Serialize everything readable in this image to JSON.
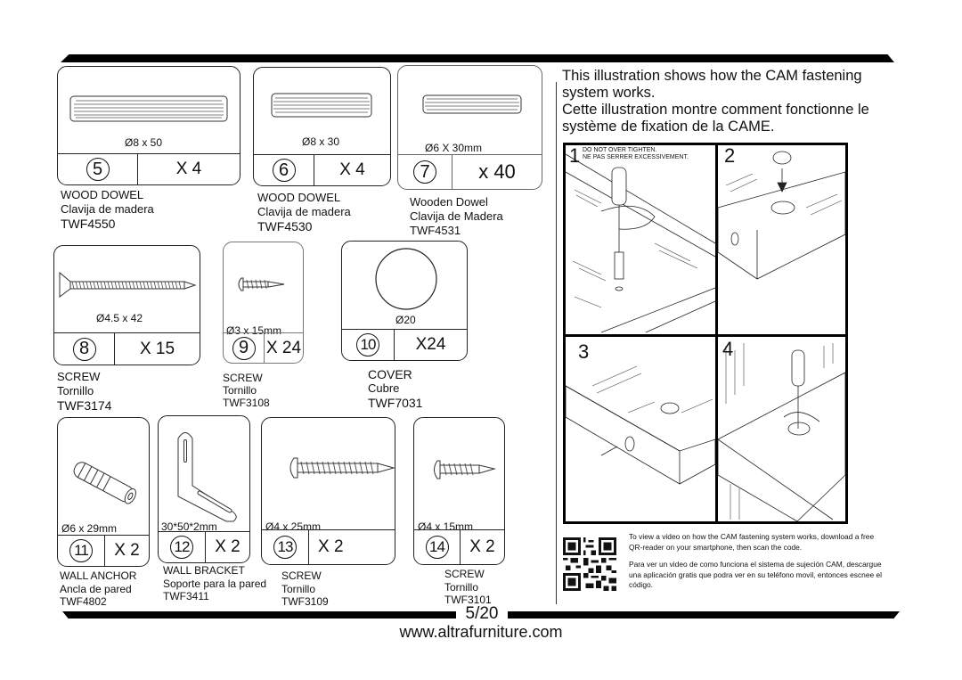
{
  "page": {
    "number": "5/20",
    "website": "www.altrafurniture.com"
  },
  "parts": [
    {
      "id": "5",
      "size": "Ø8 x 50",
      "qty": "X 4",
      "name_en": "WOOD DOWEL",
      "name_es": "Clavija de madera",
      "code": "TWF4550",
      "icon": "wood-dowel-icon"
    },
    {
      "id": "6",
      "size": "Ø8 x 30",
      "qty": "X 4",
      "name_en": "WOOD DOWEL",
      "name_es": "Clavija de madera",
      "code": "TWF4530",
      "icon": "wood-dowel-icon"
    },
    {
      "id": "7",
      "size": "Ø6 X 30mm",
      "qty": "x 40",
      "name_en": "Wooden Dowel",
      "name_es": "Clavija de Madera",
      "code": "TWF4531",
      "icon": "wood-dowel-icon"
    },
    {
      "id": "8",
      "size": "Ø4.5 x 42",
      "qty": "X 15",
      "name_en": "SCREW",
      "name_es": "Tornillo",
      "code": "TWF3174",
      "icon": "flat-head-screw-icon"
    },
    {
      "id": "9",
      "size": "Ø3 x 15mm",
      "qty": "X 24",
      "name_en": "SCREW",
      "name_es": "Tornillo",
      "code": "TWF3108",
      "icon": "pan-head-screw-icon"
    },
    {
      "id": "10",
      "size": "Ø20",
      "qty": "X24",
      "name_en": "COVER",
      "name_es": "Cubre",
      "code": "TWF7031",
      "icon": "round-cover-icon"
    },
    {
      "id": "11",
      "size": "Ø6 x 29mm",
      "qty": "X 2",
      "name_en": "WALL ANCHOR",
      "name_es": "Ancla de pared",
      "code": "TWF4802",
      "icon": "wall-anchor-icon"
    },
    {
      "id": "12",
      "size": "30*50*2mm",
      "qty": "X 2",
      "name_en": "WALL BRACKET",
      "name_es": "Soporte para la pared",
      "code": "TWF3411",
      "icon": "l-bracket-icon"
    },
    {
      "id": "13",
      "size": "Ø4 x 25mm",
      "qty": "X 2",
      "name_en": "SCREW",
      "name_es": "Tornillo",
      "code": "TWF3109",
      "icon": "pan-head-screw-icon"
    },
    {
      "id": "14",
      "size": "Ø4 x 15mm",
      "qty": "X 2",
      "name_en": "SCREW",
      "name_es": "Tornillo",
      "code": "TWF3101",
      "icon": "pan-head-screw-icon"
    }
  ],
  "cam": {
    "intro_en": "This illustration shows how the CAM fastening system works.",
    "intro_fr": "Cette illustration montre comment fonctionne le système de fixation de la CAME.",
    "warning_en": "DO NOT OVER TIGHTEN.",
    "warning_fr": "NE PAS SERRER EXCESSIVEMENT.",
    "steps": [
      "1",
      "2",
      "3",
      "4"
    ],
    "qr_text_en": "To view a video on how the CAM fastening system works, download a free QR-reader on your smartphone, then scan the code.",
    "qr_text_es": "Para ver un video de como funciona el sistema de sujeción CAM, descargue una aplicación gratis que podra ver en su teléfono movil, entonces escnee el código."
  }
}
